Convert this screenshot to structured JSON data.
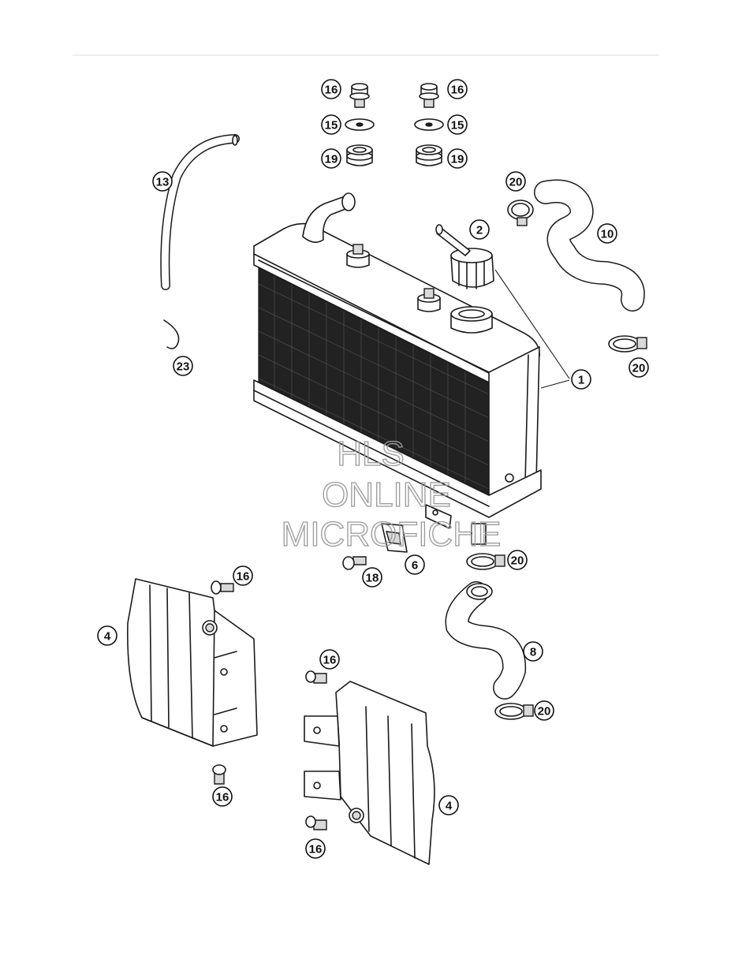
{
  "watermark": {
    "line1": "HLS",
    "line2": "ONLINE",
    "line3": "MICROFICHE"
  },
  "callouts": {
    "p1": "1",
    "p2": "2",
    "p4a": "4",
    "p4b": "4",
    "p6": "6",
    "p8": "8",
    "p10": "10",
    "p13": "13",
    "p15a": "15",
    "p15b": "15",
    "p16a": "16",
    "p16b": "16",
    "p16c": "16",
    "p16d": "16",
    "p16e": "16",
    "p16f": "16",
    "p18": "18",
    "p19a": "19",
    "p19b": "19",
    "p20a": "20",
    "p20b": "20",
    "p20c": "20",
    "p20d": "20",
    "p23": "23"
  },
  "colors": {
    "ink": "#1a1a1a",
    "core": "#222222",
    "watermark": "#9a9a9a",
    "rule": "#dddddd"
  }
}
